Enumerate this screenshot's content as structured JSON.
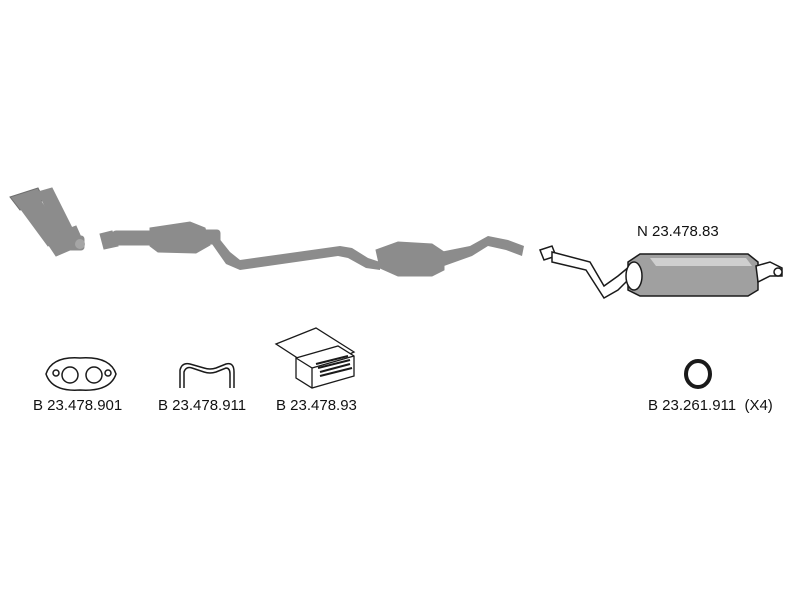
{
  "parts": {
    "rear_muffler_code": "N 23.478.83",
    "gasket_code": "B 23.478.901",
    "clamp_code": "B 23.478.911",
    "mounting_kit_code": "B 23.478.93",
    "rubber_ring_code": "B 23.261.911  (X4)"
  },
  "colors": {
    "not_included": "#8c8c8c",
    "included": "#1a1a1a",
    "background": "#ffffff"
  }
}
